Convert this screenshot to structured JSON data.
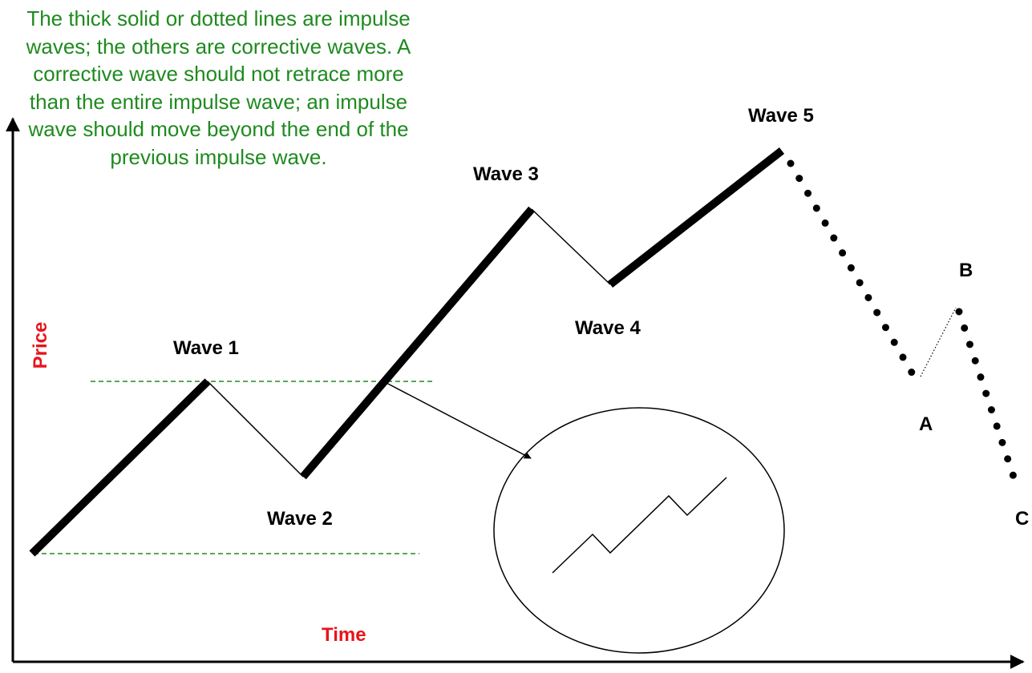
{
  "note": "The thick solid or dotted lines are impulse waves; the others are corrective waves. A corrective wave should not retrace more than the entire impulse wave; an impulse wave should move beyond the end of the previous impulse wave.",
  "axes": {
    "y_label": "Price",
    "x_label": "Time"
  },
  "waves": {
    "wave1": "Wave 1",
    "wave2": "Wave 2",
    "wave3": "Wave 3",
    "wave4": "Wave 4",
    "wave5": "Wave 5",
    "a": "A",
    "b": "B",
    "c": "C"
  },
  "colors": {
    "note_text": "#1f8a1f",
    "axis_label": "#e8141b",
    "guide_line": "#1f8a1f",
    "wave_line": "#000000"
  }
}
